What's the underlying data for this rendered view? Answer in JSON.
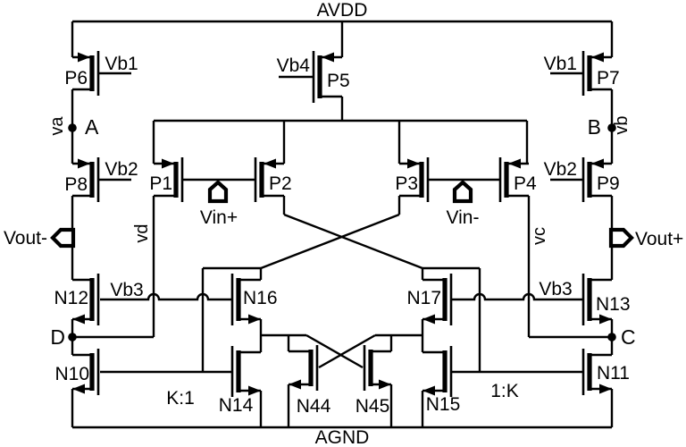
{
  "schematic": {
    "rails": {
      "top": "AVDD",
      "bottom": "AGND"
    },
    "devices": {
      "P1": "P1",
      "P2": "P2",
      "P3": "P3",
      "P4": "P4",
      "P5": "P5",
      "P6": "P6",
      "P7": "P7",
      "P8": "P8",
      "P9": "P9",
      "N10": "N10",
      "N11": "N11",
      "N12": "N12",
      "N13": "N13",
      "N14": "N14",
      "N15": "N15",
      "N16": "N16",
      "N17": "N17",
      "N44": "N44",
      "N45": "N45"
    },
    "bias": {
      "vb1": "Vb1",
      "vb2": "Vb2",
      "vb3": "Vb3",
      "vb4": "Vb4"
    },
    "ports": {
      "vin_plus": "Vin+",
      "vin_minus": "Vin-",
      "vout_plus": "Vout+",
      "vout_minus": "Vout-"
    },
    "nodes": {
      "a": "A",
      "b": "B",
      "c": "C",
      "d": "D"
    },
    "nets": {
      "va": "va",
      "vb": "vb",
      "vc": "vc",
      "vd": "vd"
    },
    "ratios": {
      "left": "K:1",
      "right": "1:K"
    },
    "colors": {
      "ink": "#000000",
      "background": "#ffffff"
    }
  }
}
